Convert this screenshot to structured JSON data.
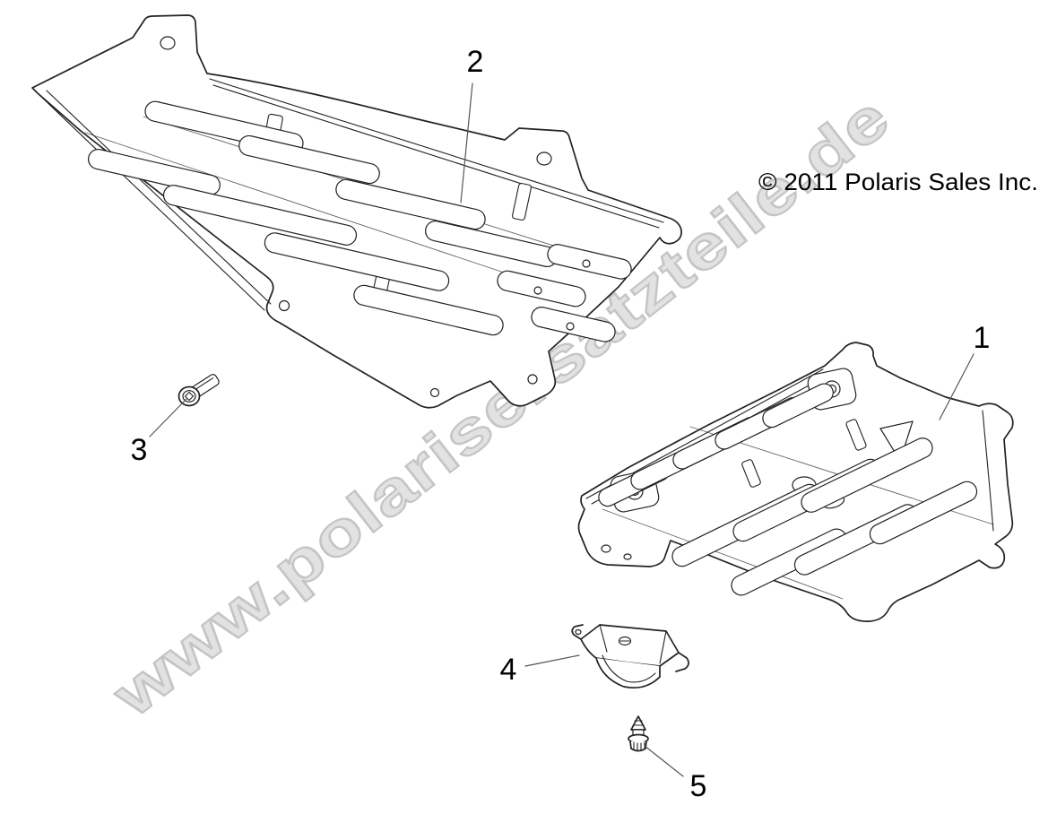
{
  "page": {
    "background": "#ffffff"
  },
  "watermark": {
    "text": "www.polarisersatzteile.de"
  },
  "copyright": {
    "text": "© 2011 Polaris Sales Inc."
  },
  "callouts": [
    {
      "label": "1"
    },
    {
      "label": "2"
    },
    {
      "label": "3"
    },
    {
      "label": "4"
    },
    {
      "label": "5"
    }
  ],
  "colors": {
    "line": "#222222",
    "line_light": "#4a4a4a",
    "leader": "#555555",
    "text": "#000000",
    "watermark_fill": "#e2e2e2",
    "watermark_outline": "#c5c5c5"
  }
}
